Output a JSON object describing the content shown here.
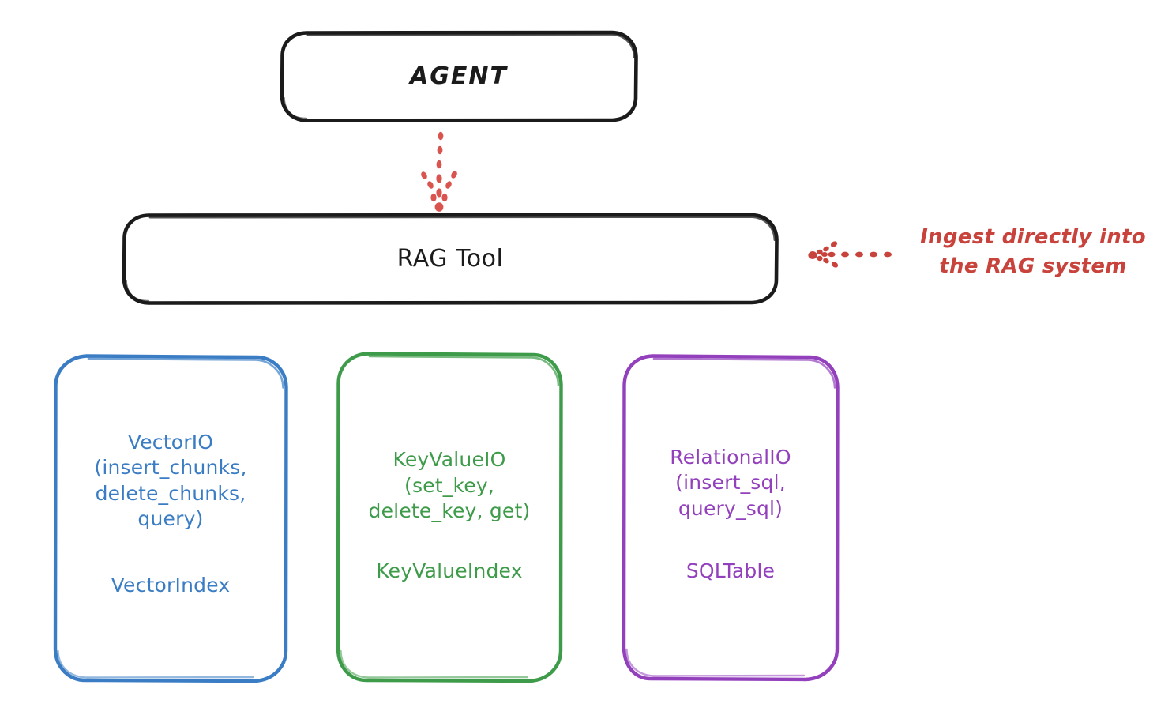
{
  "diagram": {
    "title_nodes": {
      "agent": "AGENT",
      "rag_tool": "RAG Tool"
    },
    "annotation": {
      "text": "Ingest directly into\nthe RAG system",
      "color": "#c8433c",
      "arrow": "dotted-arrow-left-icon"
    },
    "flow_arrow": {
      "name": "dotted-arrow-down-icon",
      "color": "#d9534f",
      "from": "AGENT",
      "to": "RAG Tool"
    },
    "nodes": [
      {
        "id": "vector",
        "api": "VectorIO\n(insert_chunks,\ndelete_chunks,\nquery)",
        "index": "VectorIndex",
        "color": "#3b7dc4"
      },
      {
        "id": "keyvalue",
        "api": "KeyValueIO\n(set_key,\ndelete_key, get)",
        "index": "KeyValueIndex",
        "color": "#3d9b49"
      },
      {
        "id": "relational",
        "api": "RelationalIO\n(insert_sql,\nquery_sql)",
        "index": "SQLTable",
        "color": "#9340bd"
      }
    ],
    "colors": {
      "stroke_dark": "#1b1b1b",
      "background": "#ffffff",
      "blue": "#3b7dc4",
      "green": "#3d9b49",
      "purple": "#9340bd",
      "red": "#c8433c"
    }
  }
}
